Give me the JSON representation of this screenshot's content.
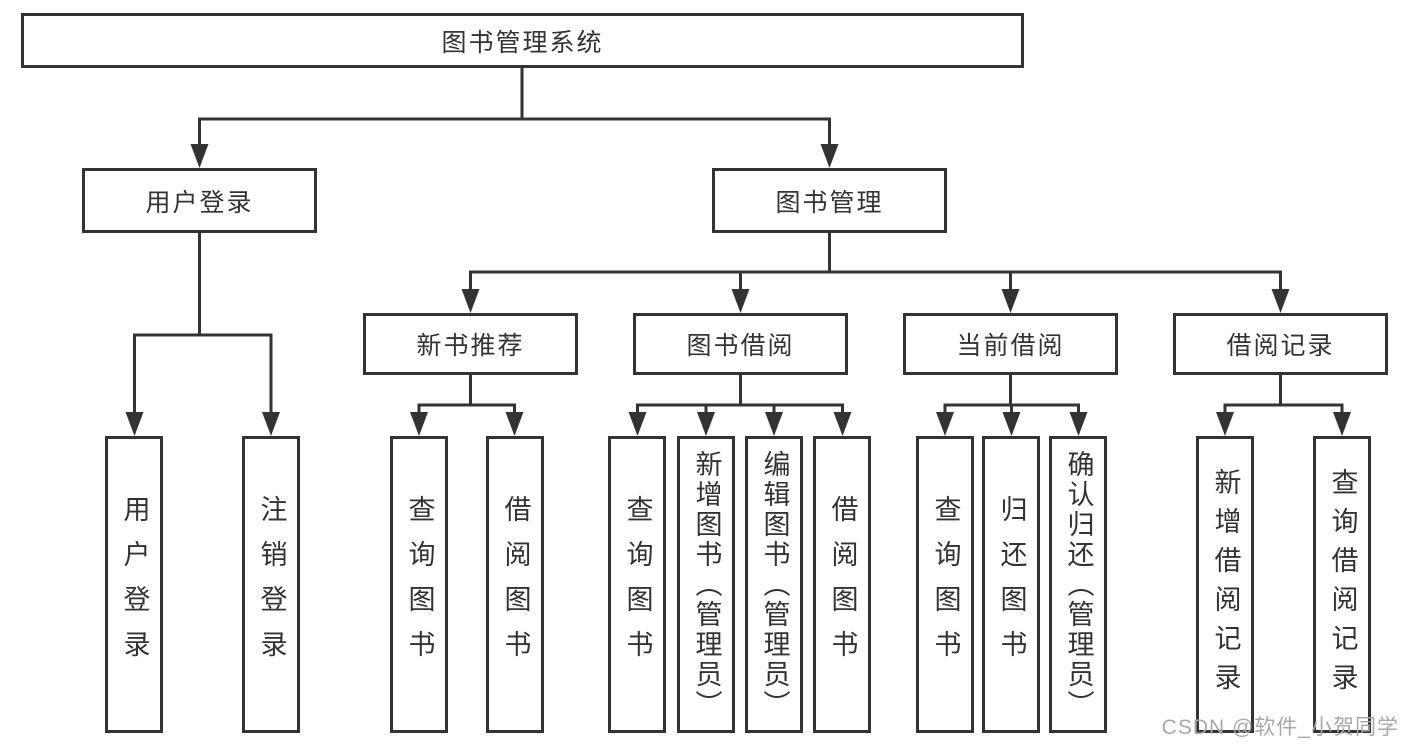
{
  "palette": {
    "line": "#333333",
    "text": "#333333",
    "background": "#ffffff",
    "watermark": "#a8a8a8"
  },
  "tree": {
    "root": {
      "label": "图书管理系统"
    },
    "branches": [
      {
        "label": "用户登录",
        "leaves": [
          {
            "label": "用户登录"
          },
          {
            "label": "注销登录"
          }
        ]
      },
      {
        "label": "图书管理",
        "groups": [
          {
            "label": "新书推荐",
            "leaves": [
              {
                "label": "查询图书"
              },
              {
                "label": "借阅图书"
              }
            ]
          },
          {
            "label": "图书借阅",
            "leaves": [
              {
                "label": "查询图书"
              },
              {
                "label": "新增图书（管理员）"
              },
              {
                "label": "编辑图书（管理员）"
              },
              {
                "label": "借阅图书"
              }
            ]
          },
          {
            "label": "当前借阅",
            "leaves": [
              {
                "label": "查询图书"
              },
              {
                "label": "归还图书"
              },
              {
                "label": "确认归还（管理员）"
              }
            ]
          },
          {
            "label": "借阅记录",
            "leaves": [
              {
                "label": "新增借阅记录"
              },
              {
                "label": "查询借阅记录"
              }
            ]
          }
        ]
      }
    ]
  },
  "watermark": {
    "text": "CSDN @软件_小贺同学"
  }
}
